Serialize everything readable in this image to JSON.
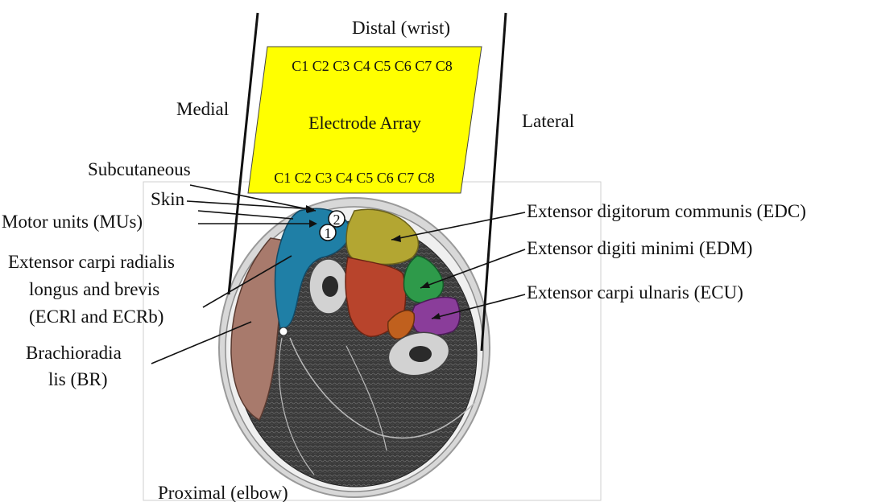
{
  "orientation": {
    "distal": "Distal (wrist)",
    "proximal": "Proximal (elbow)",
    "medial": "Medial",
    "lateral": "Lateral"
  },
  "electrode_array": {
    "title": "Electrode Array",
    "top_channels": "C1 C2 C3 C4 C5 C6 C7 C8",
    "bottom_channels": "C1 C2 C3 C4 C5 C6 C7 C8",
    "fill_color": "#ffff00"
  },
  "labels": {
    "subcutaneous": "Subcutaneous",
    "skin": "Skin",
    "motor_units": "Motor units (MUs)",
    "ecr_line1": "Extensor carpi radialis",
    "ecr_line2": "longus and brevis",
    "ecr_line3": "(ECRl and ECRb)",
    "br_line1": "Brachioradia",
    "br_line2": "lis (BR)",
    "edc": "Extensor digitorum communis (EDC)",
    "edm": "Extensor digiti minimi (EDM)",
    "ecu": "Extensor carpi ulnaris (ECU)"
  },
  "motor_unit_markers": {
    "mu1": "1",
    "mu2": "2"
  },
  "muscle_colors": {
    "br": "#a87a6c",
    "ecr": "#1f7fa6",
    "edc": "#b3a632",
    "edm": "#2e9a4a",
    "ecu": "#8a3d9a",
    "deep_red": "#b8442c",
    "orange": "#c0601e"
  }
}
